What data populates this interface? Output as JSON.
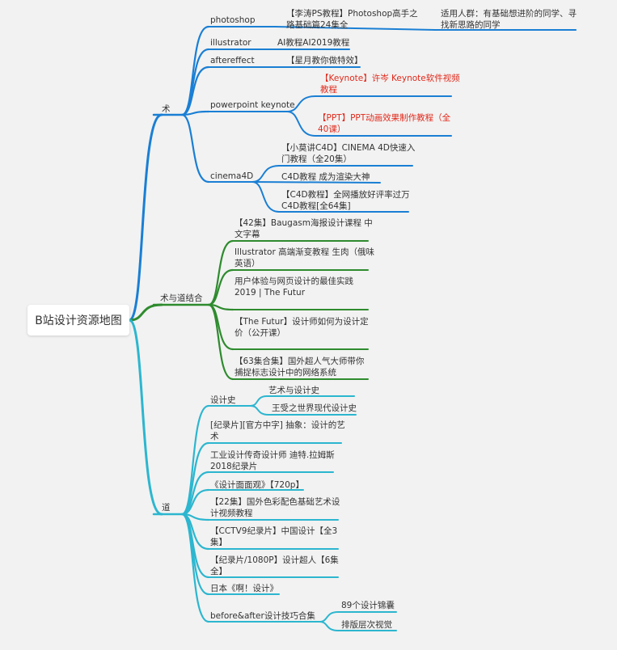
{
  "root": "B站设计资源地图",
  "colors": {
    "blue": "#1a7fd4",
    "green": "#2e8b2e",
    "teal": "#2cb6cf",
    "red": "#e0291b"
  },
  "branches": {
    "shu": {
      "label": "术",
      "photoshop": {
        "label": "photoshop",
        "child": "【李涛PS教程】Photoshop高手之\n路基础篇24集全",
        "note": "适用人群：有基础想进阶的同学、寻\n找新思路的同学"
      },
      "illustrator": {
        "label": "illustrator",
        "child": "AI教程AI2019教程"
      },
      "aftereffect": {
        "label": "aftereffect",
        "child": "【星月教你做特效】"
      },
      "keynote": {
        "label": "powerpoint keynote",
        "child1": "【Keynote】许岑 Keynote软件视频\n教程",
        "child2": "【PPT】PPT动画效果制作教程（全\n40课）"
      },
      "c4d": {
        "label": "cinema4D",
        "child1": "【小莫讲C4D】CINEMA 4D快速入\n门教程（全20集）",
        "child2": "C4D教程 成为渲染大神",
        "child3": "【C4D教程】全网播放好评率过万\nC4D教程[全64集]"
      }
    },
    "shudao": {
      "label": "术与道结合",
      "items": [
        "【42集】Baugasm海报设计课程 中\n文字幕",
        "Illustrator 高端渐变教程 生肉（俄味\n英语）",
        "用户体验与网页设计的最佳实践\n2019 | The Futur",
        "【The Futur】设计师如何为设计定\n价（公开课）",
        "【63集合集】国外超人气大师带你\n捕捉标志设计中的网络系统"
      ]
    },
    "dao": {
      "label": "道",
      "history": {
        "label": "设计史",
        "child1": "艺术与设计史",
        "child2": "王受之世界现代设计史"
      },
      "items": [
        "[纪录片][官方中字] 抽象：设计的艺\n术",
        "工业设计传奇设计师 迪特.拉姆斯\n2018纪录片",
        "《设计面面观》【720p】",
        "【22集】国外色彩配色基础艺术设\n计视频教程",
        "【CCTV9纪录片】中国设计【全3\n集】",
        "【纪录片/1080P】设计超人【6集\n全】",
        "日本《啊！设计》"
      ],
      "ba": {
        "label": "before&after设计技巧合集",
        "child1": "89个设计锦囊",
        "child2": "排版层次视觉"
      }
    }
  }
}
